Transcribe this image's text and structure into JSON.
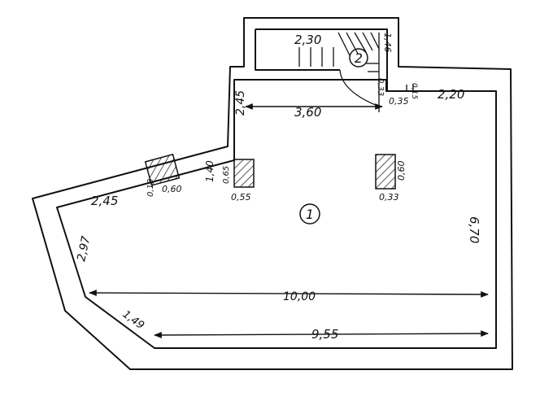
{
  "floor_plan": {
    "rooms": [
      {
        "number": "1"
      },
      {
        "number": "2"
      }
    ],
    "dimensions": [
      {
        "label": "2,30"
      },
      {
        "label": "1,46"
      },
      {
        "label": "0,33"
      },
      {
        "label": "0,35"
      },
      {
        "label": "0,15"
      },
      {
        "label": "2,20"
      },
      {
        "label": "3,60"
      },
      {
        "label": "2,45"
      },
      {
        "label": "1,40"
      },
      {
        "label": "0,65"
      },
      {
        "label": "0,55"
      },
      {
        "label": "0,60"
      },
      {
        "label": "0,33"
      },
      {
        "label": "0,18"
      },
      {
        "label": "0,60"
      },
      {
        "label": "2,45"
      },
      {
        "label": "2,97"
      },
      {
        "label": "6,70"
      },
      {
        "label": "10,00"
      },
      {
        "label": "1,49"
      },
      {
        "label": "9,55"
      }
    ]
  }
}
